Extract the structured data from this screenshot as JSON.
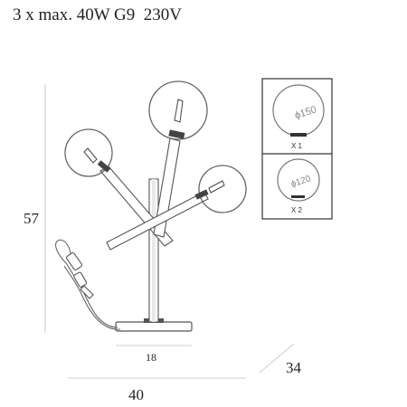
{
  "header": {
    "spec": "3 x max. 40W G9  230V"
  },
  "dimensions": {
    "height": "57",
    "width": "40",
    "depth": "34",
    "base": "18"
  },
  "details": {
    "large": {
      "diameter": "ϕ150",
      "count": "X 1"
    },
    "small": {
      "diameter": "ϕ120",
      "count": "X 2"
    }
  }
}
